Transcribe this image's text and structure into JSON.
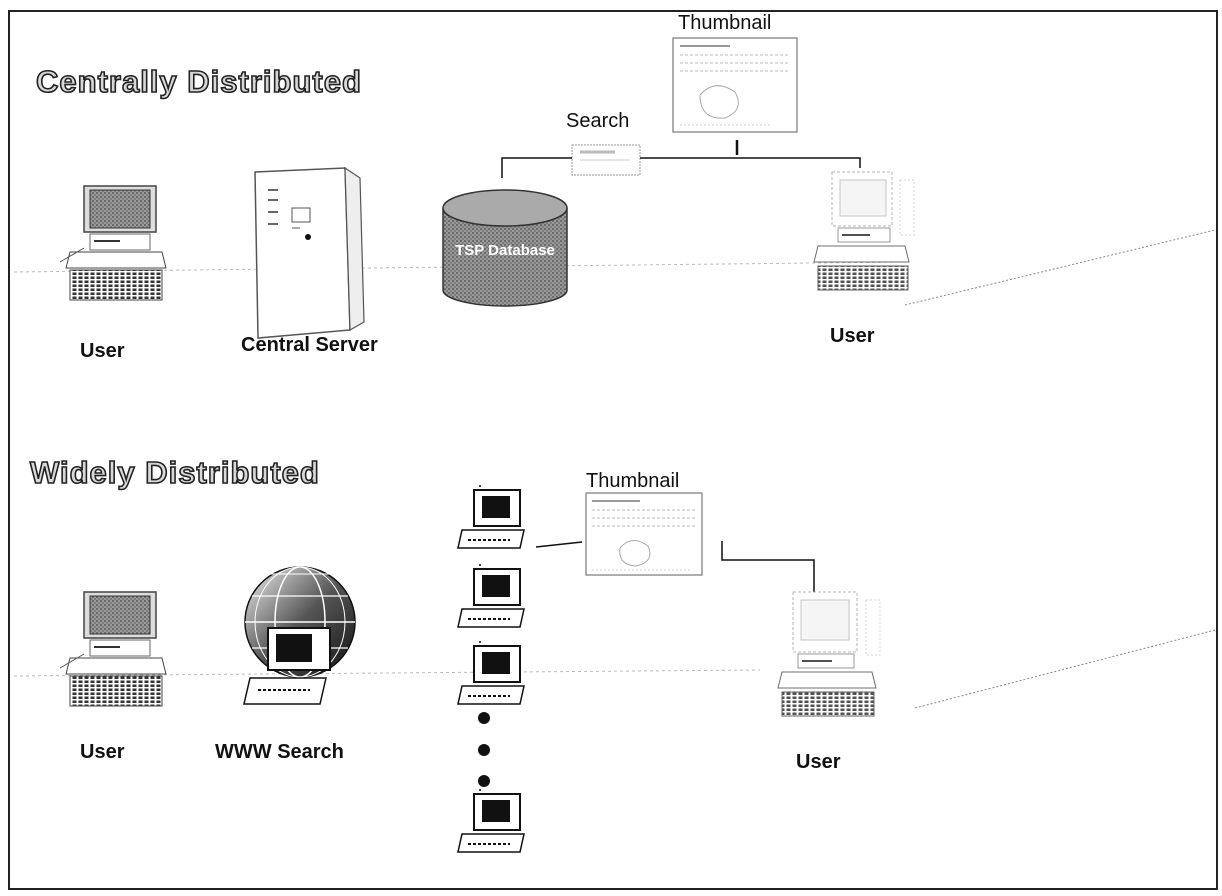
{
  "top": {
    "heading": "Centrally Distributed",
    "thumbnail_label": "Thumbnail",
    "search_label": "Search",
    "database_label": "TSP Database",
    "user_left_label": "User",
    "server_label": "Central Server",
    "user_right_label": "User"
  },
  "bottom": {
    "heading": "Widely Distributed",
    "thumbnail_label": "Thumbnail",
    "user_left_label": "User",
    "search_label": "WWW Search",
    "user_right_label": "User"
  },
  "colors": {
    "text": "#111111",
    "database_fill": "#7a7a7a",
    "screen_fill": "#1a1a1a"
  },
  "icons": [
    "computer-icon",
    "server-icon",
    "database-icon",
    "globe-icon",
    "thumbnail-icon"
  ]
}
